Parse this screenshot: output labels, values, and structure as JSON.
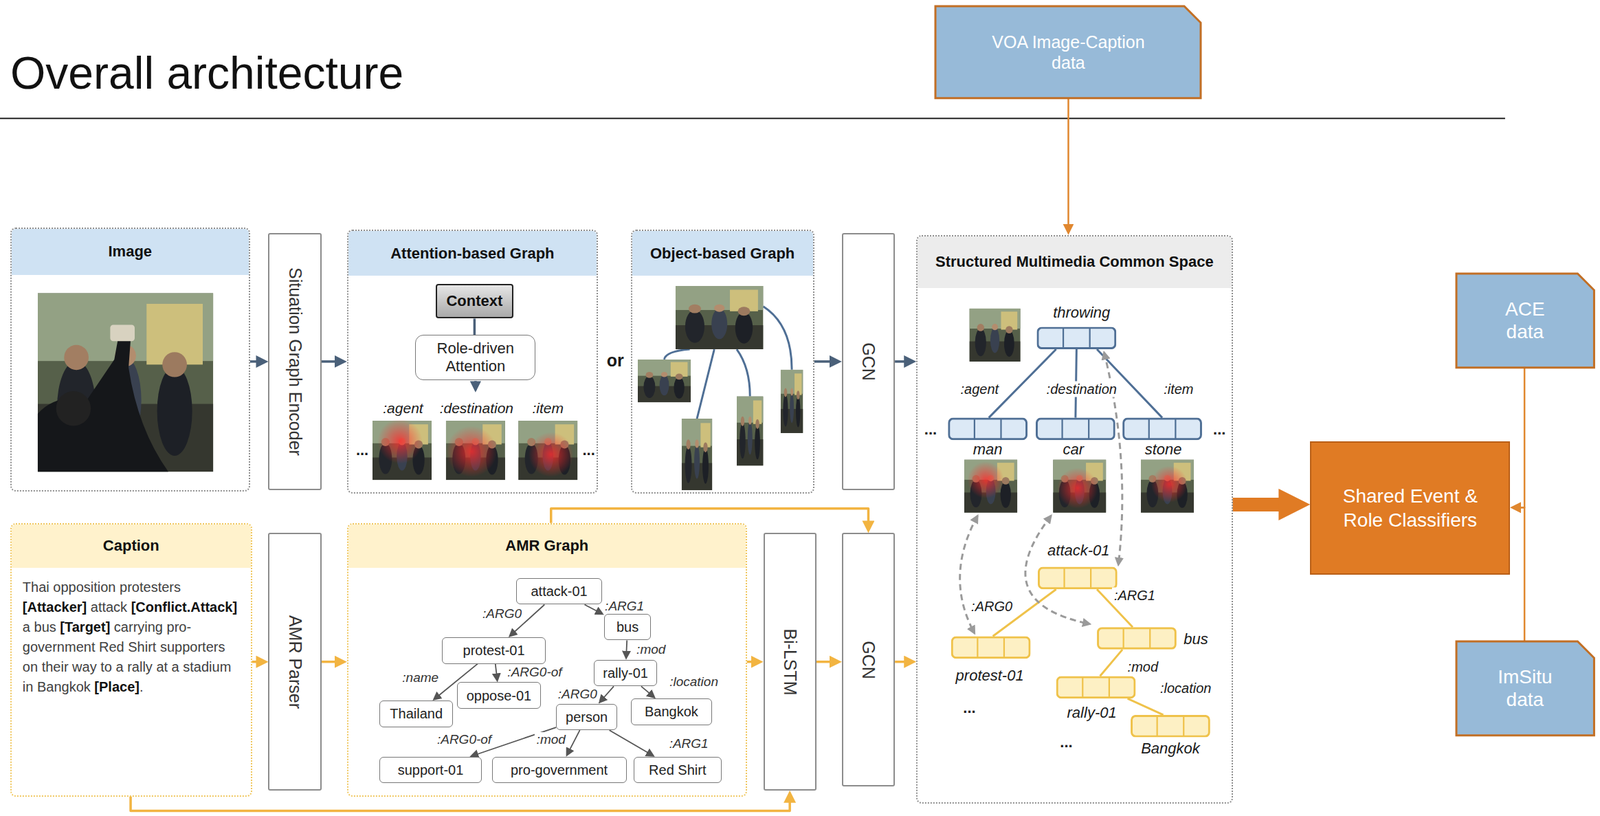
{
  "diagram": {
    "title": "Overall architecture",
    "nodes": [
      {
        "text": [
          "VOA Image-Caption data"
        ]
      },
      {
        "text": [
          "Image"
        ]
      },
      {
        "text": [
          "Situation Graph Encoder"
        ]
      },
      {
        "text": [
          "Attention-based Graph"
        ]
      },
      {
        "text": [
          "Context"
        ],
        "in": 3
      },
      {
        "text": [
          "Role-driven Attention"
        ],
        "in": 3
      },
      {
        "text": [
          "Object-based Graph"
        ]
      },
      {
        "text": [
          "GCN"
        ]
      },
      {
        "text": [
          "Structured Multimedia Common Space"
        ]
      },
      {
        "text": [
          "Caption",
          "Thai opposition protesters [Attacker] attack [Conflict.Attack] a bus [Target] carrying pro-government Red Shirt supporters on their way to a rally at a stadium in Bangkok [Place]."
        ]
      },
      {
        "text": [
          "AMR Parser"
        ]
      },
      {
        "text": [
          "AMR Graph"
        ]
      },
      {
        "text": [
          "attack-01"
        ],
        "in": 11
      },
      {
        "text": [
          "bus"
        ],
        "in": 11
      },
      {
        "text": [
          "protest-01"
        ],
        "in": 11
      },
      {
        "text": [
          "rally-01"
        ],
        "in": 11
      },
      {
        "text": [
          "Thailand"
        ],
        "in": 11
      },
      {
        "text": [
          "oppose-01"
        ],
        "in": 11
      },
      {
        "text": [
          "Bangkok"
        ],
        "in": 11
      },
      {
        "text": [
          "person"
        ],
        "in": 11
      },
      {
        "text": [
          "support-01"
        ],
        "in": 11
      },
      {
        "text": [
          "pro-government"
        ],
        "in": 11
      },
      {
        "text": [
          "Red Shirt"
        ],
        "in": 11
      },
      {
        "text": [
          "Bi-LSTM"
        ]
      },
      {
        "text": [
          "GCN"
        ]
      },
      {
        "text": [
          "ACE data"
        ]
      },
      {
        "text": [
          "Shared Event & Role Classifiers"
        ]
      },
      {
        "text": [
          "ImSitu data"
        ]
      }
    ],
    "edges": [
      {
        "from": 1,
        "to": 2,
        "arrow": "to"
      },
      {
        "from": 2,
        "to": 3,
        "arrow": "to"
      },
      {
        "from": 6,
        "to": 7,
        "arrow": "to"
      },
      {
        "from": 7,
        "to": 8,
        "arrow": "to"
      },
      {
        "from": 0,
        "to": 8,
        "arrow": "to"
      },
      {
        "from": 4,
        "to": 5,
        "arrow": "none"
      },
      {
        "from": 9,
        "to": 10,
        "arrow": "to"
      },
      {
        "from": 10,
        "to": 11,
        "arrow": "to"
      },
      {
        "from": 11,
        "to": 23,
        "arrow": "to"
      },
      {
        "from": 23,
        "to": 24,
        "arrow": "to"
      },
      {
        "from": 24,
        "to": 8,
        "arrow": "to"
      },
      {
        "from": 11,
        "to": 24,
        "arrow": "to"
      },
      {
        "from": 9,
        "to": 23,
        "arrow": "to"
      },
      {
        "from": 8,
        "to": 26,
        "arrow": "to"
      },
      {
        "from": 25,
        "to": 26,
        "arrow": "to"
      },
      {
        "from": 27,
        "to": 26,
        "arrow": "to"
      },
      {
        "from": 12,
        "to": 14,
        "label": ":ARG0",
        "arrow": "to"
      },
      {
        "from": 12,
        "to": 13,
        "label": ":ARG1",
        "arrow": "to"
      },
      {
        "from": 14,
        "to": 16,
        "label": ":name",
        "arrow": "to"
      },
      {
        "from": 14,
        "to": 17,
        "label": ":ARG0-of",
        "arrow": "to"
      },
      {
        "from": 13,
        "to": 15,
        "label": ":mod",
        "arrow": "to"
      },
      {
        "from": 15,
        "to": 19,
        "label": ":ARG0",
        "arrow": "to"
      },
      {
        "from": 15,
        "to": 18,
        "label": ":location",
        "arrow": "to"
      },
      {
        "from": 19,
        "to": 20,
        "label": ":ARG0-of",
        "arrow": "to"
      },
      {
        "from": 19,
        "to": 21,
        "label": ":mod",
        "arrow": "to"
      },
      {
        "from": 19,
        "to": 22,
        "label": ":ARG1",
        "arrow": "to"
      }
    ],
    "labels": [
      "or",
      ":agent",
      ":destination",
      ":item",
      "...",
      "...",
      "throwing",
      ":agent",
      ":destination",
      ":item",
      "...",
      "man",
      "car",
      "stone",
      "...",
      "attack-01",
      ":ARG0",
      ":ARG1",
      "protest-01",
      "bus",
      ":mod",
      "rally-01",
      ":location",
      "...",
      "Bangkok",
      "..."
    ]
  }
}
